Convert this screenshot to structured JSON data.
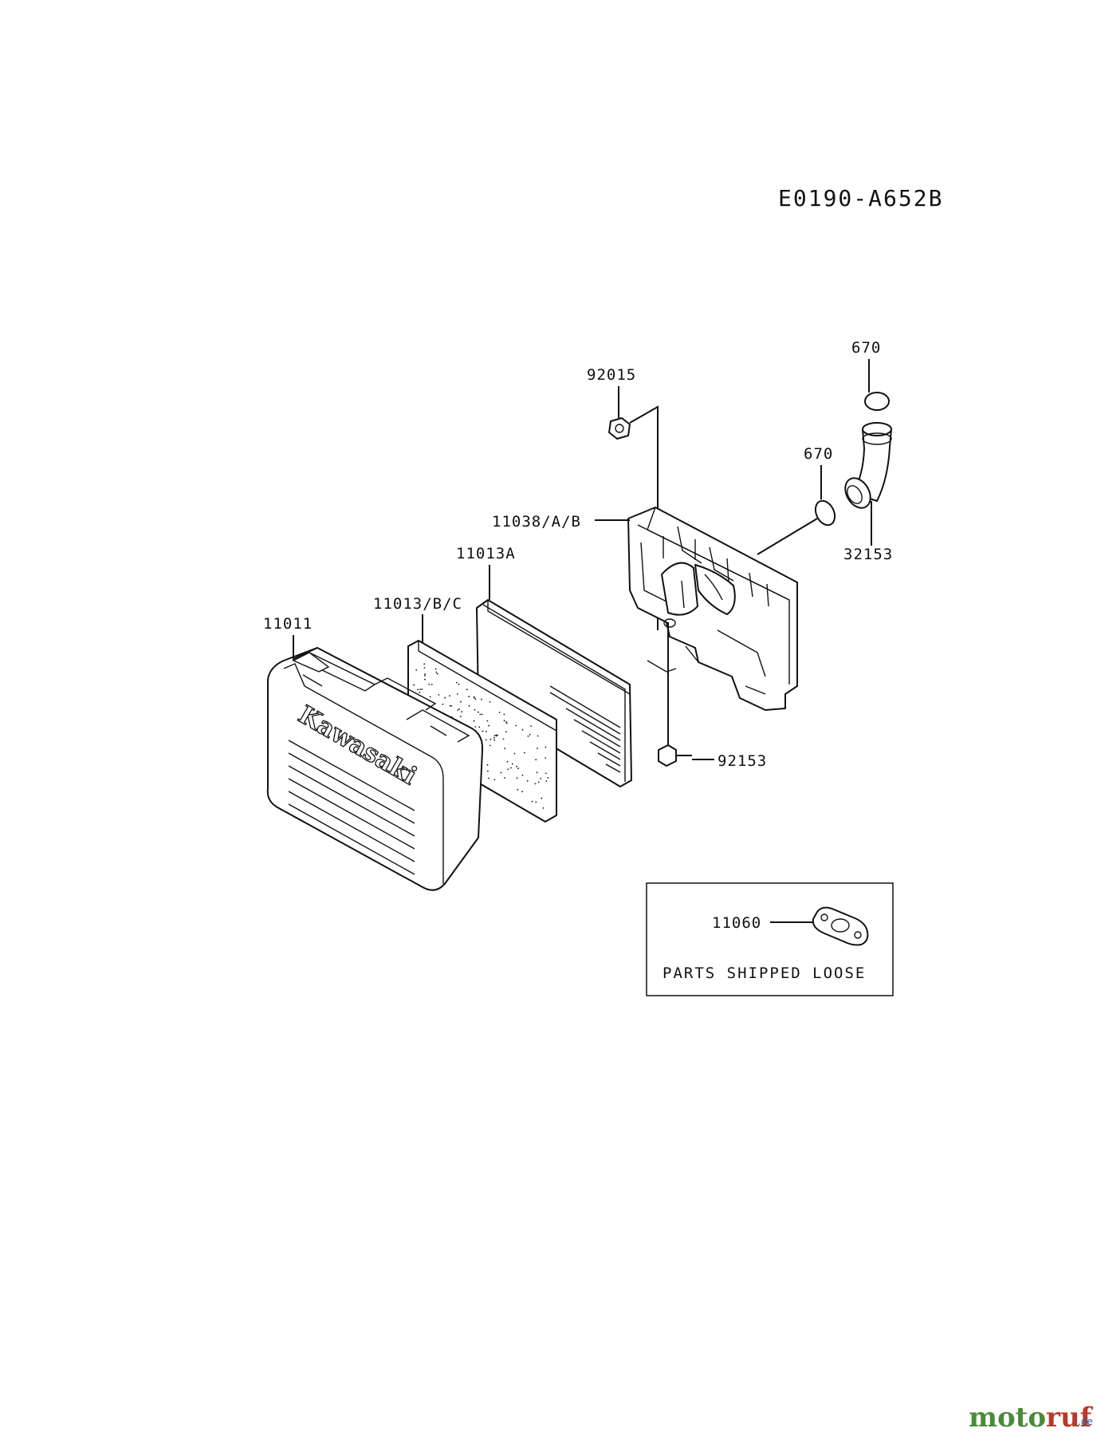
{
  "diagram_code": "E0190-A652B",
  "callouts": {
    "oring_top": "670",
    "clip_nut": "92015",
    "oring_mid": "670",
    "base": "11038/A/B",
    "elbow": "32153",
    "element": "11013A",
    "precleaner": "11013/B/C",
    "cover": "11011",
    "bolt": "92153",
    "gasket": "11060"
  },
  "cover_brand": "Kawasaki",
  "loose_box": {
    "title": "PARTS SHIPPED LOOSE"
  },
  "watermark": {
    "main": "motoruf",
    "suffix": ".de"
  },
  "colors": {
    "line": "#111111",
    "wm_moto": "#4a8a3a",
    "wm_ruf": "#b83a2a",
    "wm_dot": "#2a5aa8"
  }
}
